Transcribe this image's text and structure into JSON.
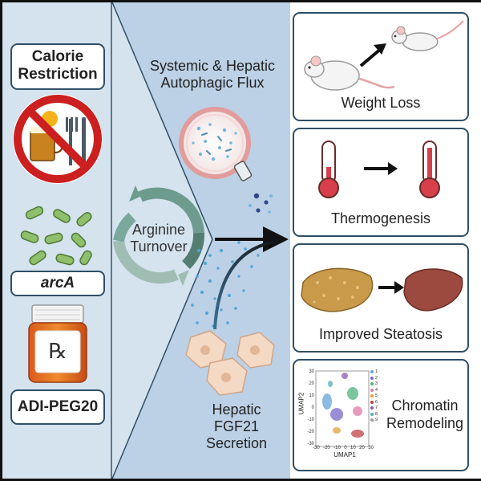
{
  "left_panel": {
    "calorie_restriction": "Calorie\nRestriction",
    "arcA": "arcA",
    "adi_peg20": "ADI-PEG20"
  },
  "center": {
    "autophagic_flux": "Systemic & Hepatic\nAutophagic Flux",
    "arginine_turnover": "Arginine\nTurnover",
    "fgf21": "Hepatic\nFGF21\nSecretion"
  },
  "outcomes": {
    "weight_loss": "Weight Loss",
    "thermogenesis": "Thermogenesis",
    "steatosis": "Improved Steatosis",
    "chromatin": "Chromatin\nRemodeling"
  },
  "umap": {
    "xlabel": "UMAP1",
    "ylabel": "UMAP2",
    "x_ticks": [
      "-30",
      "-20",
      "-10",
      "0",
      "10",
      "20",
      "30"
    ],
    "y_ticks": [
      "30",
      "20",
      "10",
      "0",
      "-10",
      "-20",
      "-30"
    ],
    "legend": [
      "1",
      "2",
      "3",
      "4",
      "5",
      "6",
      "7",
      "8",
      "9"
    ]
  },
  "colors": {
    "left_bg": "#d5e3ef",
    "center_bg": "#bcd1e5",
    "box_border": "#2f4f66",
    "arrow": "#111111",
    "dots": "#4fa3d8",
    "thermo_red": "#d7404a",
    "liver_fatty": "#c89a4a",
    "liver_healthy": "#9c4a3f"
  },
  "icons": [
    "no-food-sign-icon",
    "bacteria-icon",
    "pill-bottle-icon",
    "rx-symbol-icon",
    "mouse-icon",
    "thermometer-icon",
    "liver-icon",
    "petri-dish-icon",
    "cycle-arrows-icon",
    "hepatocyte-icon",
    "umap-plot-icon"
  ]
}
